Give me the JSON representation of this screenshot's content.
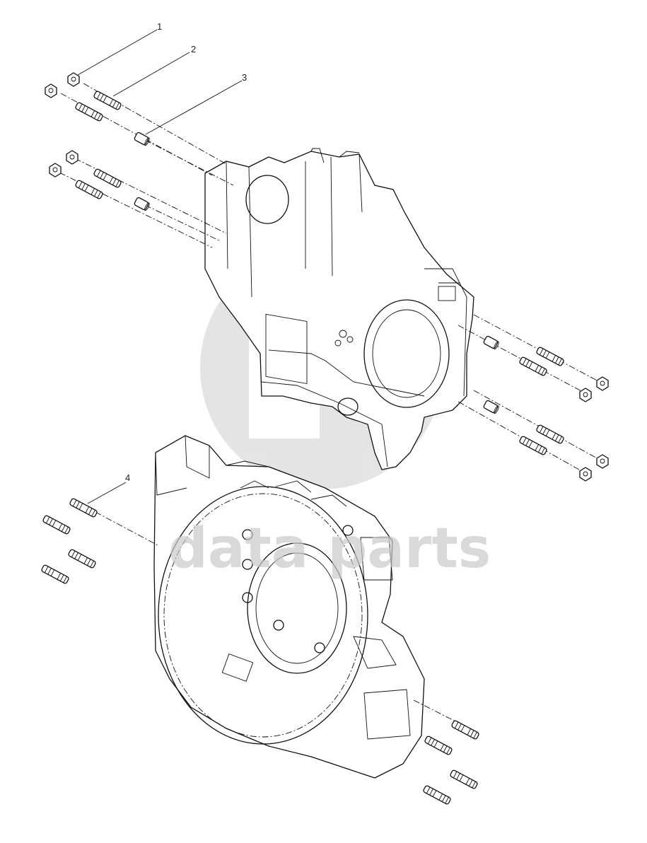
{
  "callouts": [
    {
      "label": "1"
    },
    {
      "label": "2"
    },
    {
      "label": "3"
    },
    {
      "label": "4"
    }
  ],
  "watermark": {
    "text": "data parts",
    "color": "#c9c9c9"
  },
  "line_color": "#111111"
}
